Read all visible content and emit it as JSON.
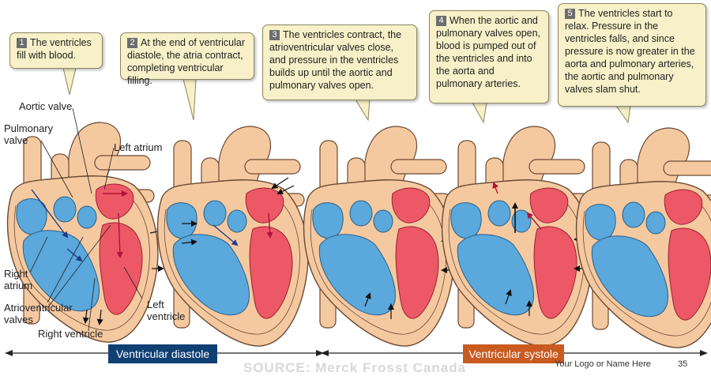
{
  "steps": [
    {
      "number": "1",
      "text": "The ventricles fill with blood."
    },
    {
      "number": "2",
      "text": "At the end of ventricular diastole, the atria contract, completing ventricular filling."
    },
    {
      "number": "3",
      "text": "The ventricles contract, the atrioventricular valves close, and pressure in the ventricles builds up until the aortic and pulmonary valves open."
    },
    {
      "number": "4",
      "text": "When the aortic and pulmonary valves open, blood is pumped out of the ventricles and into the aorta and pulmonary arteries."
    },
    {
      "number": "5",
      "text": "The ventricles start to relax. Pressure in the ventricles falls, and since pressure is now greater in the aorta and pulmonary arteries, the aortic and pulmonary valves slam shut."
    }
  ],
  "labels": {
    "aortic_valve": "Aortic valve",
    "pulmonary_valve": "Pulmonary valve",
    "left_atrium": "Left atrium",
    "right_atrium": "Right atrium",
    "av_valves": "Atrioventricular valves",
    "right_ventricle": "Right ventricle",
    "left_ventricle": "Left ventricle"
  },
  "phases": {
    "diastole": "Ventricular diastole",
    "systole": "Ventricular systole"
  },
  "footer": {
    "source": "SOURCE: Merck Frosst Canada",
    "logo": "Your Logo or Name Here",
    "page": "35"
  },
  "colors": {
    "tissue": "#f5c9a0",
    "outline": "#6b4a34",
    "oxygen_poor": "#5aa8dc",
    "oxygen_rich": "#ec5866",
    "callout_bg": "#f7f0c8",
    "diastole": "#0f3f73",
    "systole": "#c95a20"
  }
}
